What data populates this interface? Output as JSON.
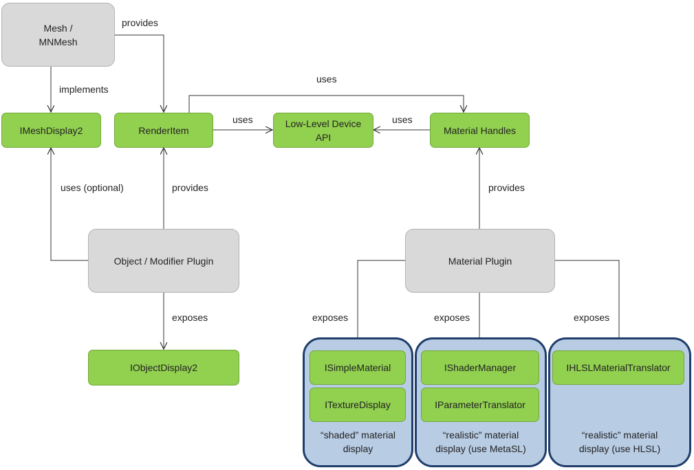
{
  "nodes": {
    "mesh_line1": "Mesh /",
    "mesh_line2": "MNMesh",
    "imeshdisplay2": "IMeshDisplay2",
    "renderitem": "RenderItem",
    "lowlevel_line1": "Low-Level Device",
    "lowlevel_line2": "API",
    "material_handles": "Material Handles",
    "object_modifier_plugin": "Object / Modifier Plugin",
    "iobjectdisplay2": "IObjectDisplay2",
    "material_plugin": "Material Plugin"
  },
  "groups": [
    {
      "items": [
        "ISimpleMaterial",
        "ITextureDisplay"
      ],
      "caption_line1": "“shaded” material",
      "caption_line2": "display"
    },
    {
      "items": [
        "IShaderManager",
        "IParameterTranslator"
      ],
      "caption_line1": "“realistic” material",
      "caption_line2": "display (use MetaSL)"
    },
    {
      "items": [
        "IHLSLMaterialTranslator"
      ],
      "caption_line1": "“realistic” material",
      "caption_line2": "display (use HLSL)"
    }
  ],
  "edge_labels": {
    "mesh_to_renderitem": "provides",
    "mesh_to_imeshdisplay": "implements",
    "renderitem_to_materialhandles": "uses",
    "renderitem_to_lowlevel": "uses",
    "materialhandles_to_lowlevel": "uses",
    "plugin_to_imeshdisplay": "uses (optional)",
    "plugin_to_renderitem": "provides",
    "materialplugin_to_handles": "provides",
    "plugin_to_iobjectdisplay": "exposes",
    "materialplugin_to_shaded": "exposes",
    "materialplugin_to_metasl": "exposes",
    "materialplugin_to_hlsl": "exposes"
  }
}
